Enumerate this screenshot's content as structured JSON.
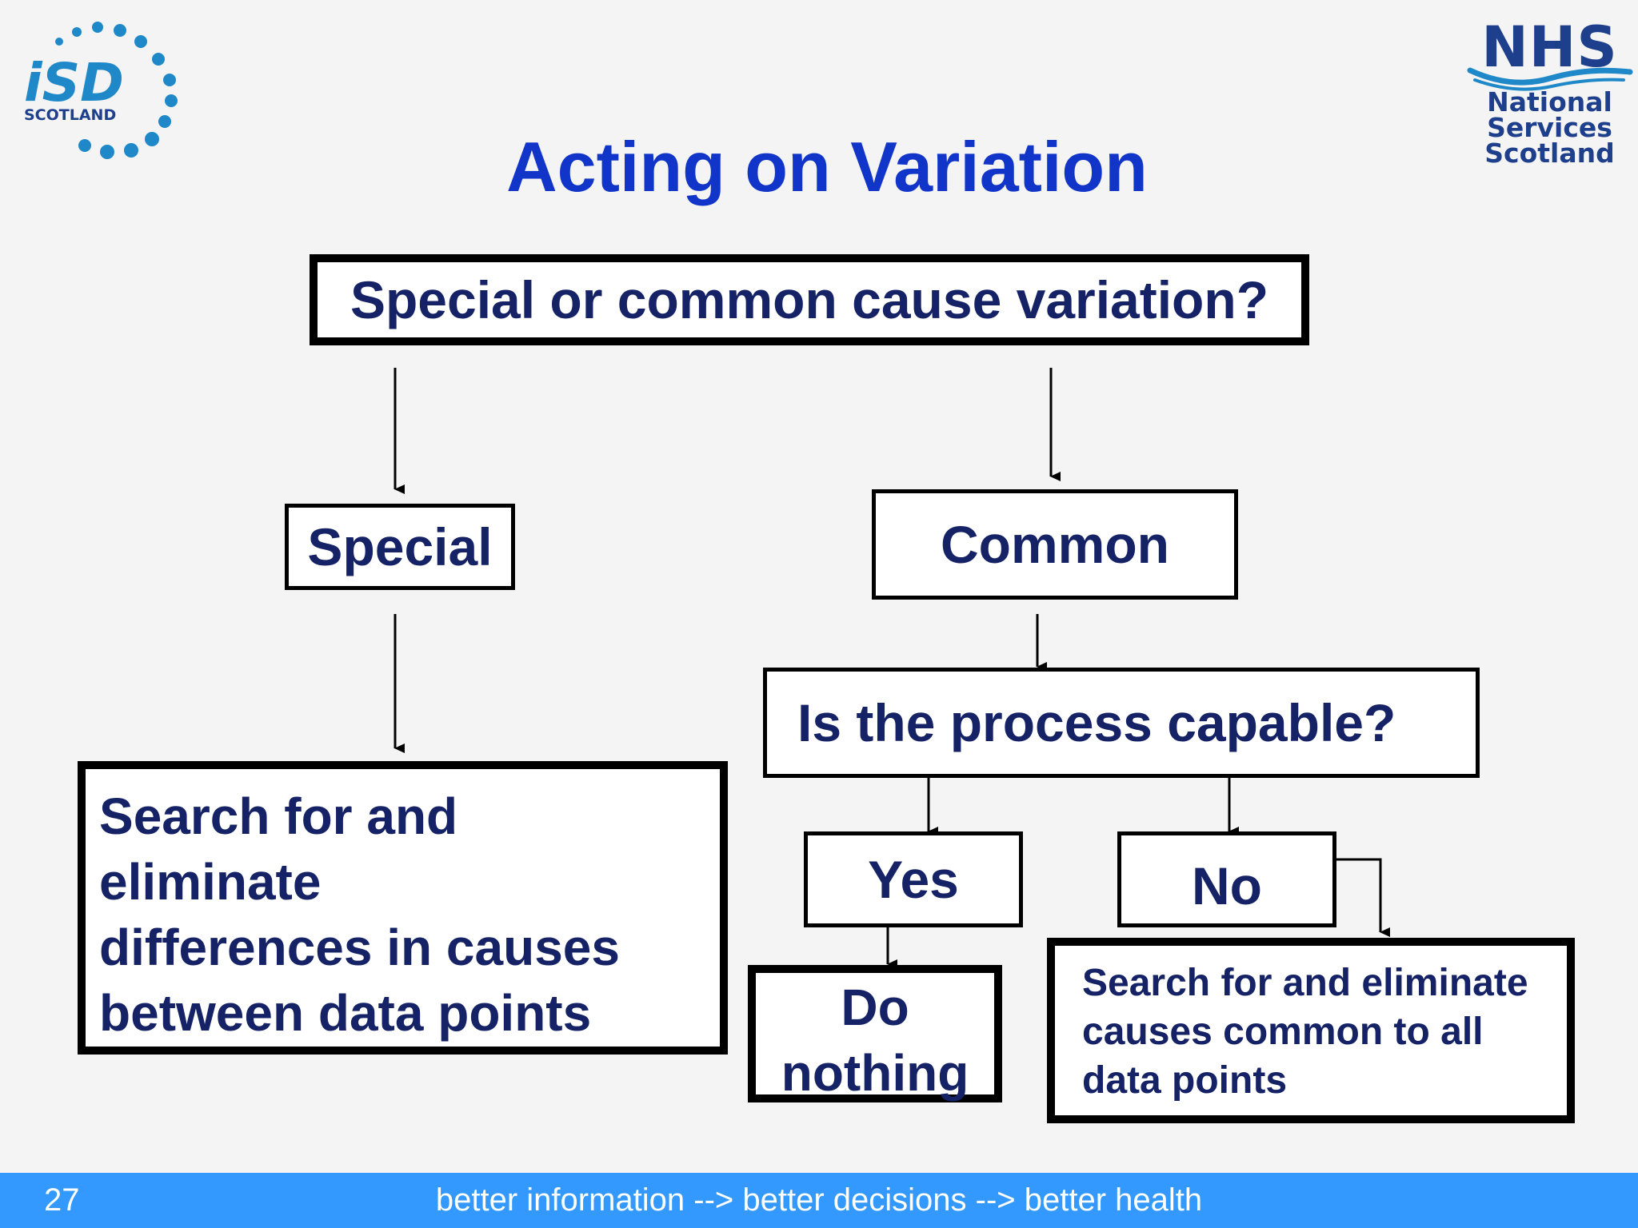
{
  "logos": {
    "left": {
      "text": "iSD",
      "subtext": "SCOTLAND"
    },
    "right": {
      "text": "NHS",
      "subtext": [
        "National",
        "Services",
        "Scotland"
      ]
    }
  },
  "title": "Acting on Variation",
  "diagram": {
    "question": "Special or common cause variation?",
    "special": "Special",
    "common": "Common",
    "special_action": [
      "Search for and",
      "eliminate",
      "differences in causes",
      "between data points"
    ],
    "capable_question": "Is the process capable?",
    "yes": "Yes",
    "no": "No",
    "do_nothing": [
      "Do",
      "nothing"
    ],
    "common_action": [
      "Search for and eliminate",
      "causes common to all",
      "data points"
    ]
  },
  "footer": {
    "page_number": "27",
    "tagline": "better information --> better decisions --> better health"
  },
  "colors": {
    "title": "#1235c9",
    "box_text": "#152266",
    "footer_bg": "#3399ff",
    "logo_isd": "#1e88c8",
    "logo_nhs": "#1e3f8c"
  }
}
